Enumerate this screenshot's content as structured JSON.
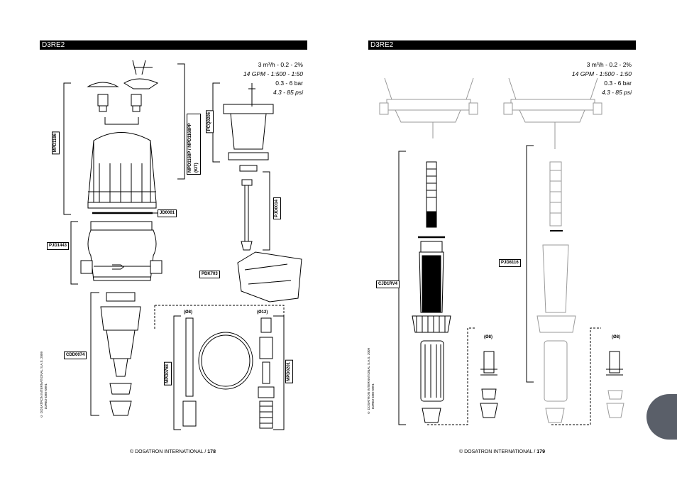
{
  "left_page": {
    "title": "D3RE2",
    "spec_lines": [
      "3 m³/h  -   0.2  -  2%",
      "14 GPM - 1:500 - 1:50",
      "0.3  -  6 bar",
      "4.3 - 85 psi"
    ],
    "labels": {
      "ref_left_top": "MPD1196",
      "ref_middle": "MPD1168P / MPD1168PP (KIT)",
      "ref_piston": "PCQ0205",
      "ref_rod": "PJD0014",
      "ref_ring": "JD0001",
      "ref_body": "PJD1443",
      "ref_bracket": "PDK703",
      "ref_pump": "CDD0074",
      "ref_tube": "MPD0768",
      "ref_filter": "MPD0201",
      "dia_left": "(Ø8)",
      "dia_right": "(Ø12)"
    },
    "copyright_side": [
      "© DOSATRON INTERNATIONAL S.A.S. 2009",
      "D3RE2-D8E-0891"
    ],
    "footer_text": "© DOSATRON INTERNATIONAL /",
    "page_number": "178"
  },
  "right_page": {
    "title": "D3RE2",
    "spec_lines": [
      "3 m³/h  -   0.2  -  2%",
      "14 GPM - 1:500 - 1:50",
      "0.3  -  6 bar",
      "4.3 - 85 psi"
    ],
    "labels": {
      "ref_left": "CJD1RV4",
      "ref_right": "PJD8116",
      "dia_left": "(Ø8)",
      "dia_right": "(Ø8)"
    },
    "copyright_side": [
      "© DOSATRON INTERNATIONAL S.A.S. 2009",
      "D3RE2-D8E-0891"
    ],
    "footer_text": "© DOSATRON INTERNATIONAL /",
    "page_number": "179"
  },
  "colors": {
    "title_bar": "#000000",
    "tab": "#5a5f69",
    "ghost": "#9a9a9a"
  }
}
